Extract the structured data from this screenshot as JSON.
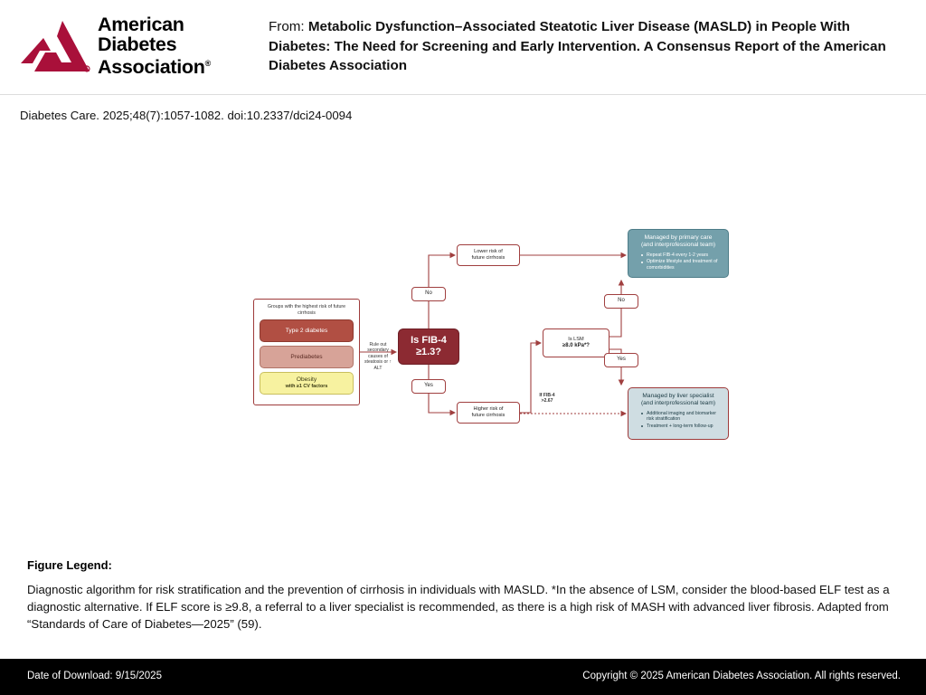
{
  "header": {
    "logo_name": "american-diabetes-association-logo",
    "logo_lines": [
      "American",
      "Diabetes",
      "Association"
    ],
    "logo_color": "#a9103a",
    "registered_mark": "®",
    "from_label": "From:",
    "article_title": "Metabolic Dysfunction–Associated Steatotic Liver Disease (MASLD) in People With Diabetes: The Need for Screening and Early Intervention. A Consensus Report of the American Diabetes Association"
  },
  "citation": "Diabetes Care. 2025;48(7):1057-1082. doi:10.2337/dci24-0094",
  "diagram": {
    "group_panel": {
      "heading": "Groups with the highest risk of future cirrhosis",
      "items": [
        {
          "label": "Type 2 diabetes",
          "sub": "",
          "color": "#b14f43"
        },
        {
          "label": "Prediabetes",
          "sub": "",
          "color": "#d7a398"
        },
        {
          "label": "Obesity",
          "sub": "with ≥1 CV factors",
          "color": "#f7f2a0"
        }
      ]
    },
    "rule_out_text": "Rule out secondary causes of steatosis or ↑ ALT",
    "fib4_node": {
      "line1": "Is FIB-4",
      "line2": "≥1.3?",
      "color": "#8c2a32"
    },
    "branch_no_left": "No",
    "branch_yes_left": "Yes",
    "lower_risk": {
      "line1": "Lower risk of",
      "line2": "future cirrhosis"
    },
    "higher_risk": {
      "line1": "Higher risk of",
      "line2": "future cirrhosis"
    },
    "lsm_node": {
      "line1": "Is LSM",
      "line2": "≥8.0 kPa*?"
    },
    "branch_no_right": "No",
    "branch_yes_right": "Yes",
    "fib4_note": {
      "line1": "If FIB-4",
      "line2": ">2.67"
    },
    "primary_care": {
      "title_line1": "Managed by primary care",
      "title_line2": "(and interprofessional team)",
      "bullets": [
        "Repeat FIB-4 every 1-2 years",
        "Optimize lifestyle and treatment of comorbidities"
      ],
      "color": "#74a0ab"
    },
    "liver_specialist": {
      "title_line1": "Managed by liver specialist",
      "title_line2": "(and interprofessional team)",
      "bullets": [
        "Additional imaging and biomarker risk stratification",
        "Treatment + long-term follow-up"
      ],
      "color": "#cfdde2"
    }
  },
  "legend": {
    "title": "Figure Legend:",
    "body": "Diagnostic algorithm for risk stratification and the prevention of cirrhosis in individuals with MASLD. *In the absence of LSM, consider the blood-based ELF test as a diagnostic alternative. If ELF score is ≥9.8, a referral to a liver specialist is recommended, as there is a high risk of MASH with advanced liver fibrosis. Adapted from “Standards of Care of Diabetes—2025” (59)."
  },
  "footer": {
    "date_of_download": "Date of Download:  9/15/2025",
    "copyright": "Copyright © 2025 American Diabetes Association. All rights reserved."
  }
}
